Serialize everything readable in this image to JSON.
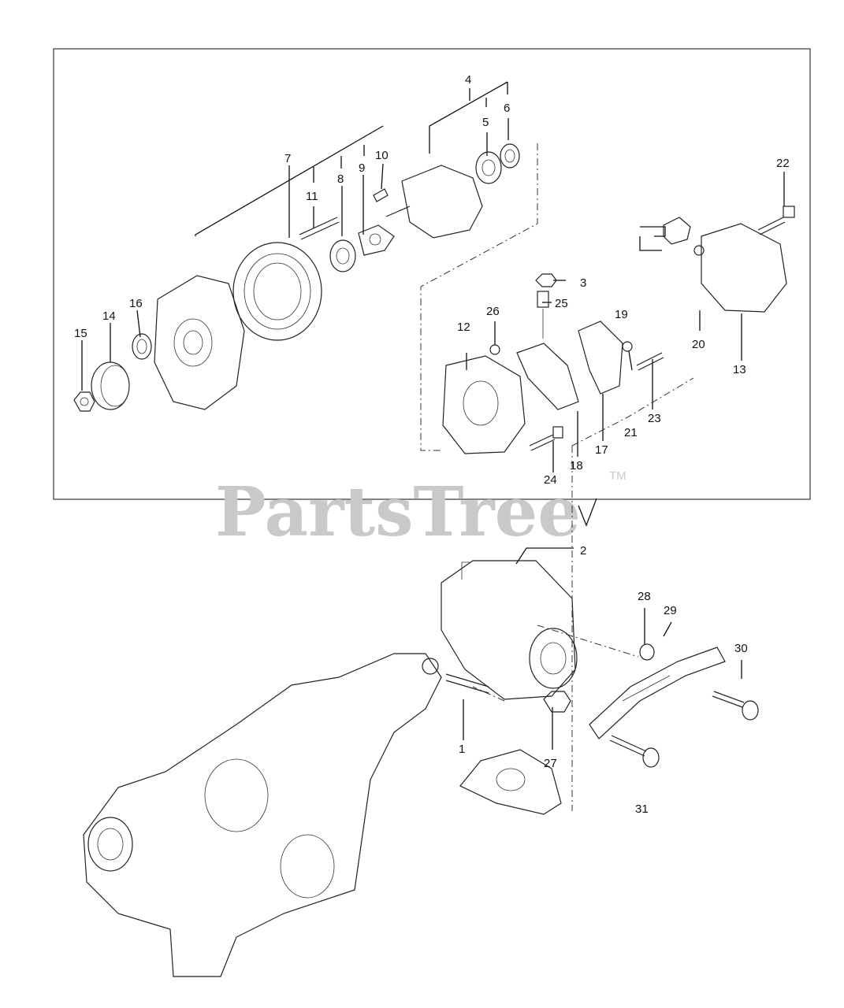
{
  "watermark": {
    "text": "PartsTree",
    "mark": "TM"
  },
  "callouts": [
    {
      "id": "1",
      "text": "1"
    },
    {
      "id": "2",
      "text": "2"
    },
    {
      "id": "3",
      "text": "3"
    },
    {
      "id": "4",
      "text": "4"
    },
    {
      "id": "5",
      "text": "5"
    },
    {
      "id": "6",
      "text": "6"
    },
    {
      "id": "7",
      "text": "7"
    },
    {
      "id": "8",
      "text": "8"
    },
    {
      "id": "9",
      "text": "9"
    },
    {
      "id": "10",
      "text": "10"
    },
    {
      "id": "11",
      "text": "11"
    },
    {
      "id": "12",
      "text": "12"
    },
    {
      "id": "13",
      "text": "13"
    },
    {
      "id": "14",
      "text": "14"
    },
    {
      "id": "15",
      "text": "15"
    },
    {
      "id": "16",
      "text": "16"
    },
    {
      "id": "17",
      "text": "17"
    },
    {
      "id": "18",
      "text": "18"
    },
    {
      "id": "19",
      "text": "19"
    },
    {
      "id": "20",
      "text": "20"
    },
    {
      "id": "21",
      "text": "21"
    },
    {
      "id": "22",
      "text": "22"
    },
    {
      "id": "23",
      "text": "23"
    },
    {
      "id": "24",
      "text": "24"
    },
    {
      "id": "25",
      "text": "25"
    },
    {
      "id": "26",
      "text": "26"
    },
    {
      "id": "27",
      "text": "27"
    },
    {
      "id": "28",
      "text": "28"
    },
    {
      "id": "29",
      "text": "29"
    },
    {
      "id": "30",
      "text": "30"
    },
    {
      "id": "31",
      "text": "31"
    }
  ]
}
